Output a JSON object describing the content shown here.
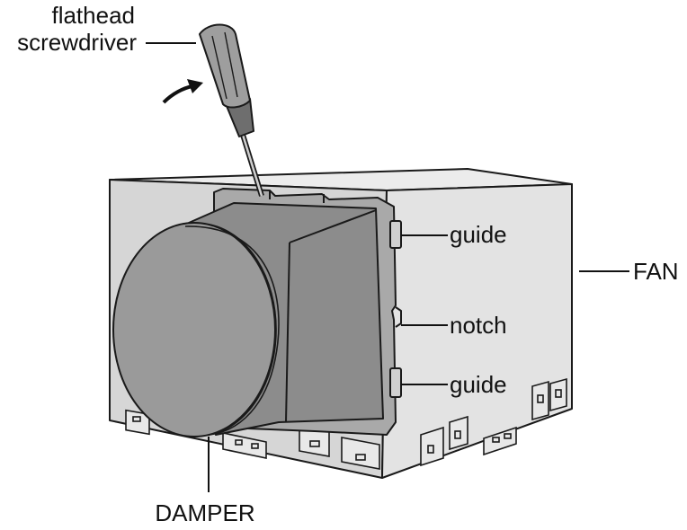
{
  "labels": {
    "screwdriver_line1": "flathead",
    "screwdriver_line2": "screwdriver",
    "guide_top": "guide",
    "notch": "notch",
    "guide_bottom": "guide",
    "fan": "FAN",
    "damper": "DAMPER"
  },
  "colors": {
    "outline": "#1a1a1a",
    "fan_front": "#d6d6d6",
    "fan_side": "#e3e3e3",
    "fan_top": "#ececec",
    "plate": "#a9a9a9",
    "damper": "#8c8c8c",
    "damper_face": "#9a9a9a",
    "handle": "#9e9e9e",
    "grip": "#6e6e6e"
  }
}
